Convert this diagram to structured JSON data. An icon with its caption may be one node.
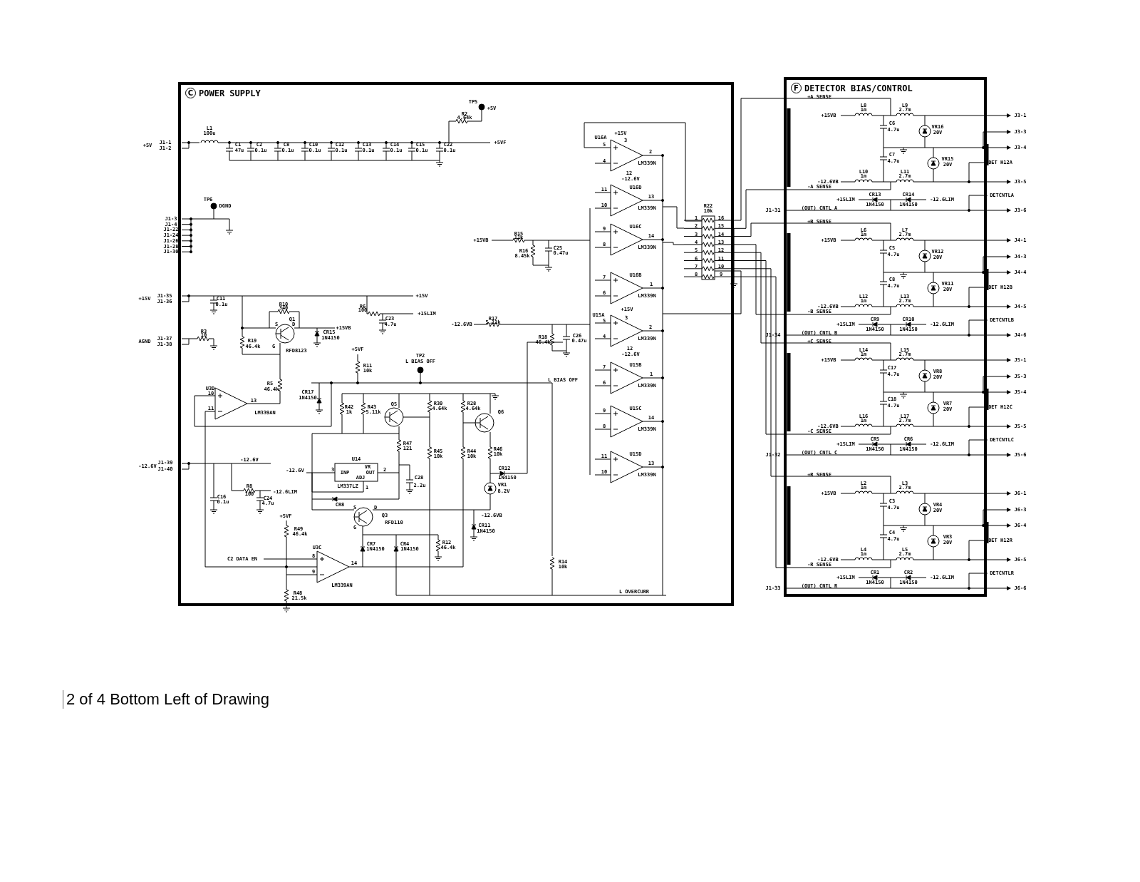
{
  "diagram": {
    "caption": "2 of 4 Bottom Left of Drawing",
    "nodes": [
      {
        "text": [
          "C",
          "POWER SUPPLY"
        ]
      },
      {
        "text": [
          "F",
          "DETECTOR BIAS/CONTROL"
        ]
      }
    ],
    "edges": [
      {
        "from": 0,
        "to": 1,
        "arrow": "none"
      }
    ],
    "labels": [
      "+5V",
      "J1-1",
      "J1-2",
      "L1",
      "100u",
      "C1",
      "47u",
      "C2",
      "0.1u",
      "C8",
      "0.1u",
      "C10",
      "0.1u",
      "C12",
      "0.1u",
      "C13",
      "0.1u",
      "C14",
      "0.1u",
      "C15",
      "0.1u",
      "C22",
      "0.1u",
      "R2",
      "4.64k",
      "TP5",
      "+5V",
      "+5VF",
      "TP6",
      "DGND",
      "J1-3",
      "J1-4",
      "J1-22",
      "J1-24",
      "J1-26",
      "J1-28",
      "J1-30",
      "+15V",
      "J1-35",
      "J1-36",
      "C11",
      "0.1u",
      "R10",
      "340",
      "+15V",
      "R6",
      "100",
      "+15LIM",
      "C23",
      "4.7u",
      "Q1",
      "S",
      "D",
      "+15VB",
      "CR15",
      "1N4150",
      "R3",
      "10",
      "AGND",
      "J1-37",
      "J1-38",
      "R19",
      "46.4k",
      "G",
      "RFD8123",
      "+5VF",
      "TP2",
      "L BIAS OFF",
      "R11",
      "10k",
      "U3D",
      "R5",
      "46.4k",
      "CR17",
      "1N4150",
      "10",
      "11",
      "13",
      "LM339AN",
      "R42",
      "1k",
      "R43",
      "5.11k",
      "Q5",
      "R30",
      "4.64k",
      "R28",
      "4.64k",
      "Q6",
      "R47",
      "121",
      "R45",
      "10k",
      "R44",
      "10k",
      "R46",
      "10k",
      "J1-39",
      "-12.6V",
      "U14",
      "-12.6V",
      "J1-40",
      "VR",
      "3",
      "INP",
      "OUT",
      "2",
      "ADJ",
      "LM337LZ",
      "1",
      "-12.6V",
      "CR12",
      "C28",
      "1N4150",
      "R8",
      "2.2u",
      "VR1",
      "100",
      "-12.6LIM",
      "8.2V",
      "C16",
      "0.1u",
      "C24",
      "4.7u",
      "CR8",
      "S",
      "D",
      "+5VF",
      "Q3",
      "-12.6VB",
      "RFD110",
      "G",
      "R49",
      "46.4k",
      "CR11",
      "1N4150",
      "U3C",
      "CR7",
      "1N4150",
      "CR4",
      "1N4150",
      "R12",
      "46.4k",
      "C2 DATA EN",
      "8",
      "9",
      "14",
      "LM339AN",
      "R48",
      "21.5k",
      "U16A",
      "+15V",
      "3",
      "5",
      "2",
      "LM339N",
      "4",
      "12",
      "-12.6V",
      "U16D",
      "11",
      "13",
      "LM339N",
      "10",
      "R22",
      "10k",
      "1",
      "16",
      "2",
      "15",
      "3",
      "14",
      "4",
      "13",
      "5",
      "12",
      "6",
      "11",
      "7",
      "10",
      "8",
      "9",
      "U16C",
      "9",
      "14",
      "LM339N",
      "8",
      "R15",
      "11k",
      "+15VB",
      "R16",
      "8.45k",
      "C25",
      "0.47u",
      "U16B",
      "7",
      "1",
      "LM339N",
      "6",
      "R17",
      "5.11k",
      "-12.6VB",
      "U15A",
      "+15V",
      "3",
      "5",
      "2",
      "LM339N",
      "4",
      "R18",
      "46.4k",
      "C26",
      "0.47u",
      "12",
      "-12.6V",
      "U15B",
      "7",
      "1",
      "LM339N",
      "6",
      "L BIAS OFF",
      "U15C",
      "9",
      "14",
      "LM339N",
      "8",
      "U15D",
      "11",
      "13",
      "LM339N",
      "10",
      "R14",
      "10k",
      "L OVERCURR",
      "+A SENSE",
      "L8",
      "1m",
      "L9",
      "2.7m",
      "+15VB",
      "J3-1",
      "C6",
      "4.7u",
      "VR16",
      "20V",
      "J3-3",
      "J3-4",
      "C7",
      "4.7u",
      "VR15",
      "20V",
      "DET H12A",
      "L10",
      "1m",
      "L11",
      "2.7m",
      "-12.6VB",
      "J3-5",
      "-A SENSE",
      "CR13",
      "1N4150",
      "CR14",
      "1N4150",
      "+15LIM",
      "-12.6LIM",
      "DETCNTLA",
      "J1-31",
      "(OUT) CNTL A",
      "J3-6",
      "+B SENSE",
      "L6",
      "1m",
      "L7",
      "2.7m",
      "+15VB",
      "J4-1",
      "C5",
      "4.7u",
      "VR12",
      "20V",
      "J4-3",
      "J4-4",
      "C8",
      "4.7u",
      "VR11",
      "20V",
      "DET H12B",
      "L12",
      "1m",
      "L13",
      "2.7m",
      "-12.6VB",
      "J4-5",
      "-B SENSE",
      "CR9",
      "1N4150",
      "CR10",
      "1N4150",
      "+15LIM",
      "-12.6LIM",
      "DETCNTLB",
      "J1-34",
      "(OUT) CNTL B",
      "J4-6",
      "+C SENSE",
      "L14",
      "1m",
      "L15",
      "2.7m",
      "+15VB",
      "J5-1",
      "C17",
      "4.7u",
      "VR8",
      "20V",
      "J5-3",
      "J5-4",
      "C18",
      "4.7u",
      "VR7",
      "20V",
      "DET H12C",
      "L16",
      "1m",
      "L17",
      "2.7m",
      "-12.6VB",
      "J5-5",
      "-C SENSE",
      "CR5",
      "1N4150",
      "CR6",
      "1N4150",
      "+15LIM",
      "-12.6LIM",
      "DETCNTLC",
      "J1-32",
      "(OUT) CNTL C",
      "J5-6",
      "+R SENSE",
      "L2",
      "1m",
      "L3",
      "2.7m",
      "+15VB",
      "J6-1",
      "C3",
      "4.7u",
      "VR4",
      "20V",
      "J6-3",
      "J6-4",
      "C4",
      "4.7u",
      "VR3",
      "20V",
      "DET H12R",
      "L4",
      "1m",
      "L5",
      "2.7m",
      "-12.6VB",
      "J6-5",
      "-R SENSE",
      "CR1",
      "1N4150",
      "CR2",
      "1N4150",
      "+15LIM",
      "-12.6LIM",
      "DETCNTLR",
      "J1-33",
      "(OUT) CNTL R",
      "J6-6"
    ]
  }
}
